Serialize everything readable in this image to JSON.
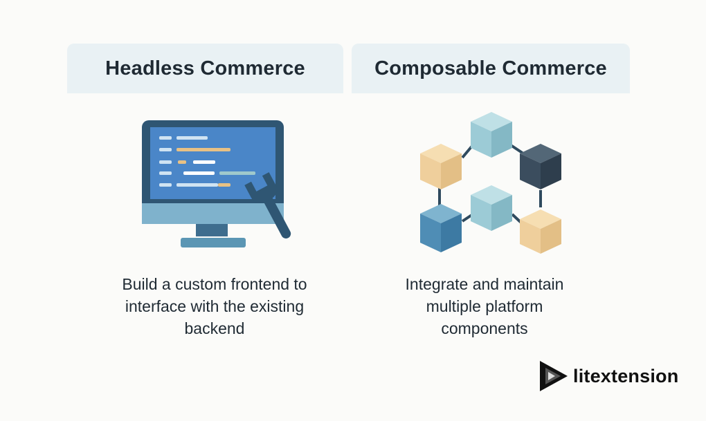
{
  "left_card": {
    "title": "Headless Commerce",
    "description": [
      "Build a custom frontend to",
      "interface with the existing",
      "backend"
    ],
    "icon": "monitor-with-wrench-icon"
  },
  "right_card": {
    "title": "Composable Commerce",
    "description": [
      "Integrate and maintain",
      "multiple platform",
      "components"
    ],
    "icon": "connected-cubes-icon"
  },
  "brand": {
    "name": "litextension",
    "logo_icon": "litextension-logo-icon"
  },
  "colors": {
    "header_bg": "#e9f1f4",
    "text": "#1f2a33",
    "screen_blue": "#4a86c8",
    "cube_light_blue": "#9ccbd6",
    "cube_tan": "#efcf9c",
    "cube_dark": "#3b4d5e",
    "cube_mid_blue": "#4f8db5"
  }
}
